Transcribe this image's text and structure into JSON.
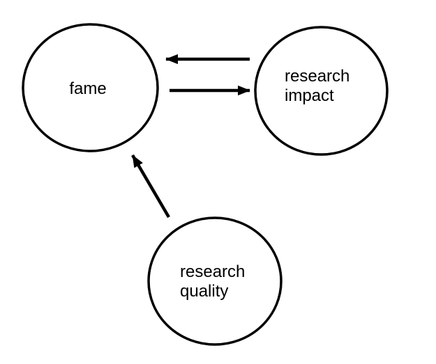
{
  "page": {
    "background_color": "#ffffff",
    "ink_color": "#000000"
  },
  "diagram": {
    "type": "concept-diagram",
    "nodes": [
      {
        "name": "fame",
        "lines": [
          "fame"
        ]
      },
      {
        "name": "research-impact",
        "lines": [
          "research",
          "impact"
        ]
      },
      {
        "name": "research-quality",
        "lines": [
          "research",
          "quality"
        ]
      }
    ],
    "edges": [
      {
        "from": "research-impact",
        "to": "fame",
        "style": "straight-horizontal",
        "arrowhead": "filled-triangle"
      },
      {
        "from": "fame",
        "to": "research-impact",
        "style": "straight-horizontal",
        "arrowhead": "filled-triangle"
      },
      {
        "from": "research-quality",
        "to": "fame",
        "style": "straight-diagonal",
        "arrowhead": "filled-triangle"
      }
    ]
  }
}
